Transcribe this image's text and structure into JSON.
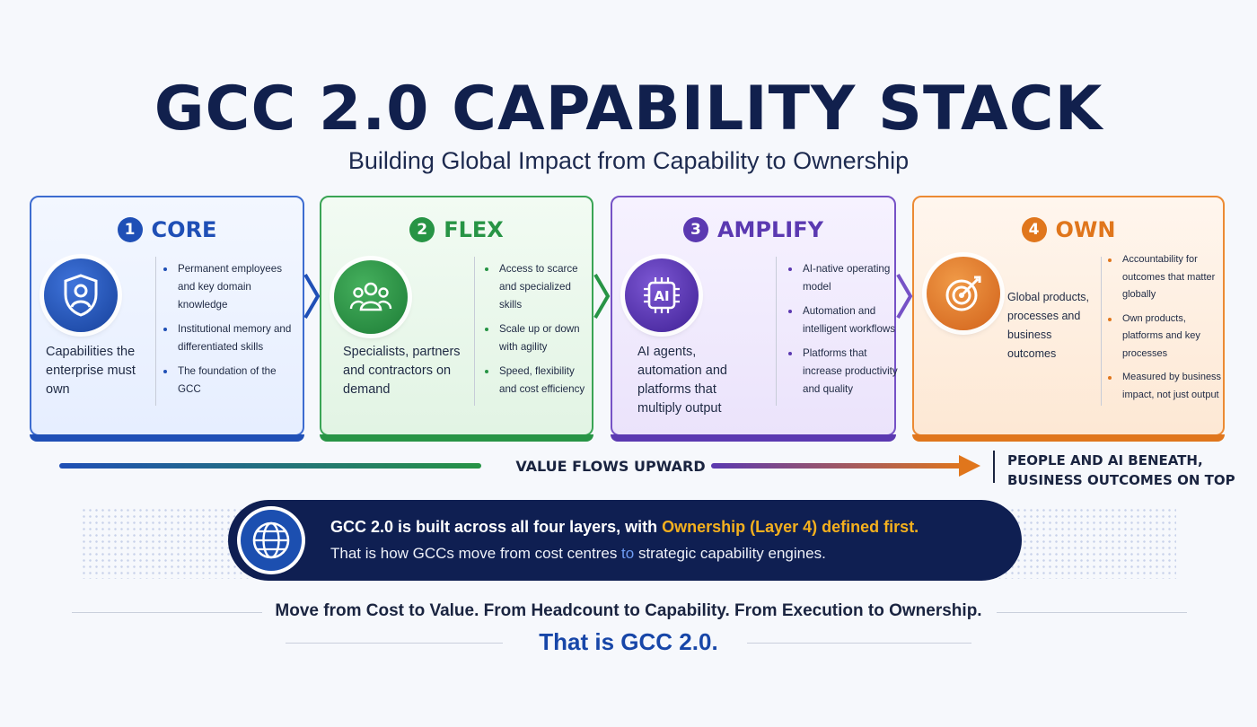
{
  "title": "GCC 2.0 CAPABILITY STACK",
  "subtitle": "Building Global Impact from Capability to Ownership",
  "colors": {
    "core": "#1f4fb6",
    "flex": "#279445",
    "amplify": "#5b39b1",
    "own": "#e0761c",
    "highlight": "#f4b01e",
    "navy": "#0f1f52"
  },
  "layers": [
    {
      "number": "1",
      "name": "CORE",
      "icon": "shield-person-icon",
      "description": "Capabilities the enterprise must own",
      "bullets": [
        "Permanent employees and key domain knowledge",
        "Institutional memory and differentiated skills",
        "The foundation of the GCC"
      ]
    },
    {
      "number": "2",
      "name": "FLEX",
      "icon": "people-group-icon",
      "description": "Specialists, partners and contractors on demand",
      "bullets": [
        "Access to scarce and specialized skills",
        "Scale up or down with agility",
        "Speed, flexibility and cost efficiency"
      ]
    },
    {
      "number": "3",
      "name": "AMPLIFY",
      "icon": "ai-chip-icon",
      "icon_text": "AI",
      "description": "AI agents, automation and platforms that multiply output",
      "bullets": [
        "AI-native operating model",
        "Automation and intelligent workflows",
        "Platforms that increase productivity and quality"
      ]
    },
    {
      "number": "4",
      "name": "OWN",
      "icon": "target-arrow-icon",
      "description": "Global products, processes and business outcomes",
      "bullets": [
        "Accountability for outcomes that matter globally",
        "Own products, platforms and key processes",
        "Measured by business impact, not just output"
      ]
    }
  ],
  "flow": {
    "label": "VALUE FLOWS UPWARD",
    "side_label_1": "PEOPLE AND AI BENEATH,",
    "side_label_2": "BUSINESS OUTCOMES ON TOP"
  },
  "banner": {
    "icon": "globe-icon",
    "line1_prefix": "GCC 2.0 is built across all four layers, with ",
    "line1_highlight": "Ownership (Layer 4) defined first.",
    "line2_a": "That is how GCCs move from cost centres ",
    "line2_to": "to",
    "line2_b": " strategic capability engines."
  },
  "closing": {
    "line1": "Move from Cost to Value. From Headcount  to Capability. From Execution to Ownership.",
    "line2": "That is GCC 2.0."
  }
}
